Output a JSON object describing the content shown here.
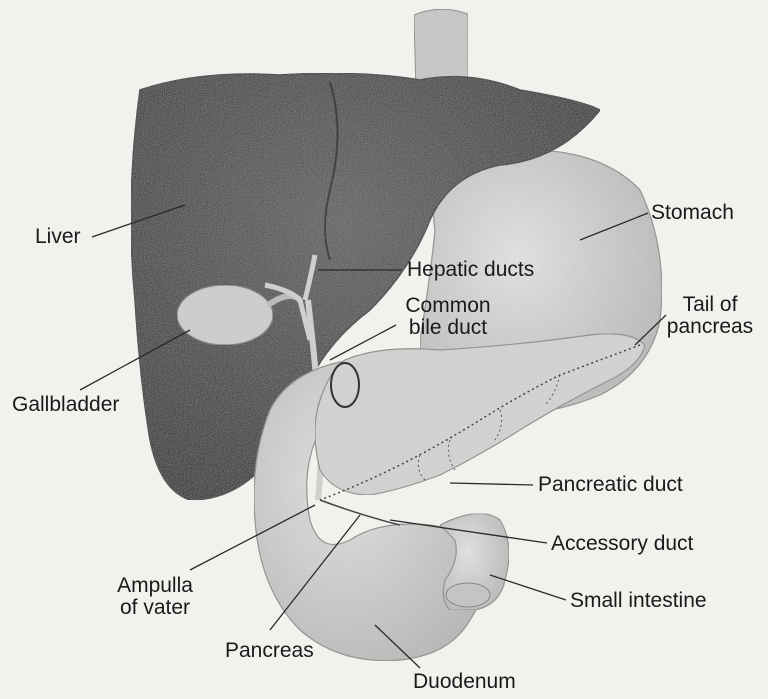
{
  "labels": {
    "liver": "Liver",
    "hepatic_ducts": "Hepatic ducts",
    "common_bile_duct_1": "Common",
    "common_bile_duct_2": "bile duct",
    "gallbladder": "Gallbladder",
    "stomach": "Stomach",
    "tail_of_pancreas_1": "Tail of",
    "tail_of_pancreas_2": "pancreas",
    "pancreatic_duct": "Pancreatic duct",
    "accessory_duct": "Accessory duct",
    "small_intestine": "Small intestine",
    "ampulla_1": "Ampulla",
    "ampulla_2": "of vater",
    "pancreas": "Pancreas",
    "duodenum": "Duodenum"
  },
  "colors": {
    "liver": "#3a3a3a",
    "organ_light": "#d8d8d6",
    "organ_mid": "#bdbdbb",
    "leader": "#2a2a2a"
  }
}
